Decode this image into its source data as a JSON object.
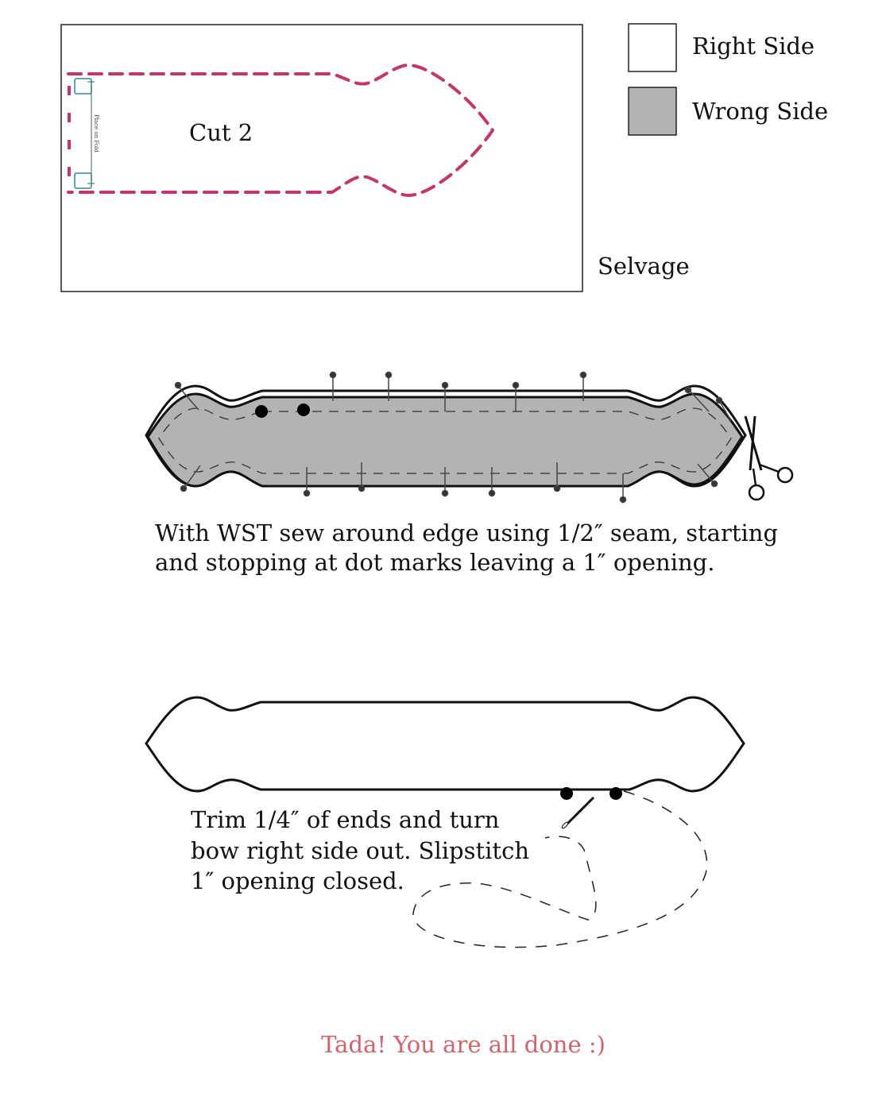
{
  "cutting_layout": {
    "cut_label": "Cut 2",
    "fold_label": "Place on Fold",
    "selvage_label": "Selvage"
  },
  "legend": {
    "right_side_label": "Right Side",
    "wrong_side_label": "Wrong Side",
    "right_side_color": "#ffffff",
    "wrong_side_color": "#b3b3b3"
  },
  "step_sew": {
    "line1": "With WST sew around edge using 1/2″ seam, starting",
    "line2": "and stopping at dot marks leaving a 1″ opening."
  },
  "step_finish": {
    "line1": "Trim 1/4″ of ends and turn",
    "line2": "bow right side out.  Slipstitch",
    "line3": "1″ opening closed."
  },
  "closing": {
    "text": "Tada!  You are all done :)",
    "color": "#d4626a"
  },
  "colors": {
    "cut_line": "#c8326e",
    "fold_mark": "#2a8aa8",
    "wrong_side_fill": "#b3b3b3"
  }
}
